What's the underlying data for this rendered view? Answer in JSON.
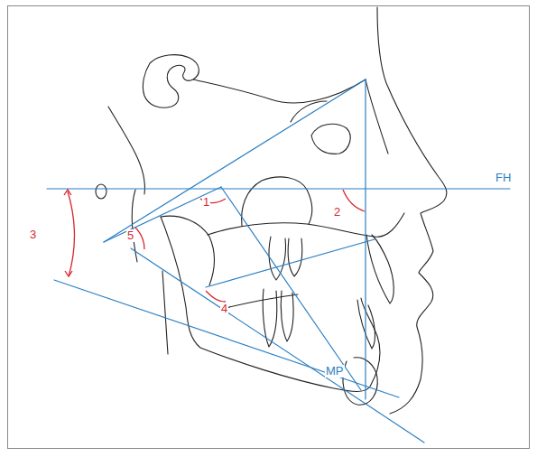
{
  "diagram": {
    "labels": [
      "FH",
      "3",
      "1",
      "2",
      "5",
      "4",
      "MP"
    ]
  }
}
